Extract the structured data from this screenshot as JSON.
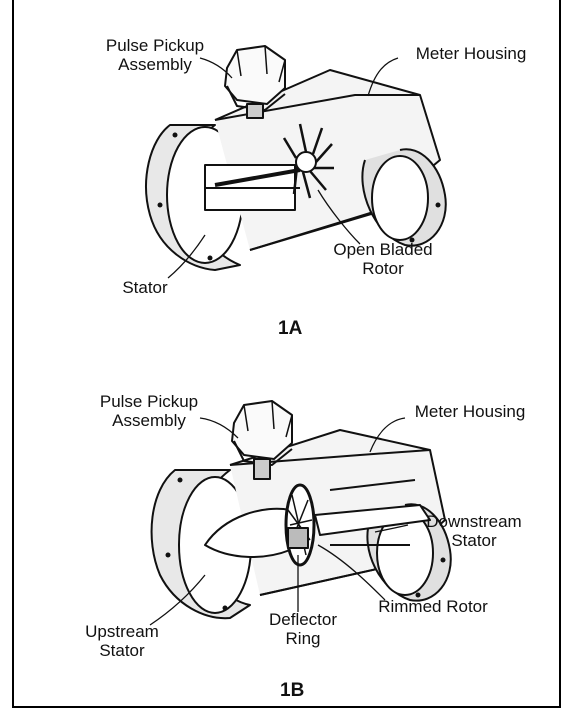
{
  "panel_a": {
    "caption": "1A",
    "labels": {
      "pulse_pickup": "Pulse Pickup\nAssembly",
      "meter_housing": "Meter Housing",
      "stator": "Stator",
      "open_bladed_rotor": "Open Bladed\nRotor"
    }
  },
  "panel_b": {
    "caption": "1B",
    "labels": {
      "pulse_pickup": "Pulse Pickup\nAssembly",
      "meter_housing": "Meter Housing",
      "downstream_stator": "Downstream\nStator",
      "rimmed_rotor": "Rimmed Rotor",
      "deflector_ring": "Deflector\nRing",
      "upstream_stator": "Upstream\nStator"
    }
  }
}
